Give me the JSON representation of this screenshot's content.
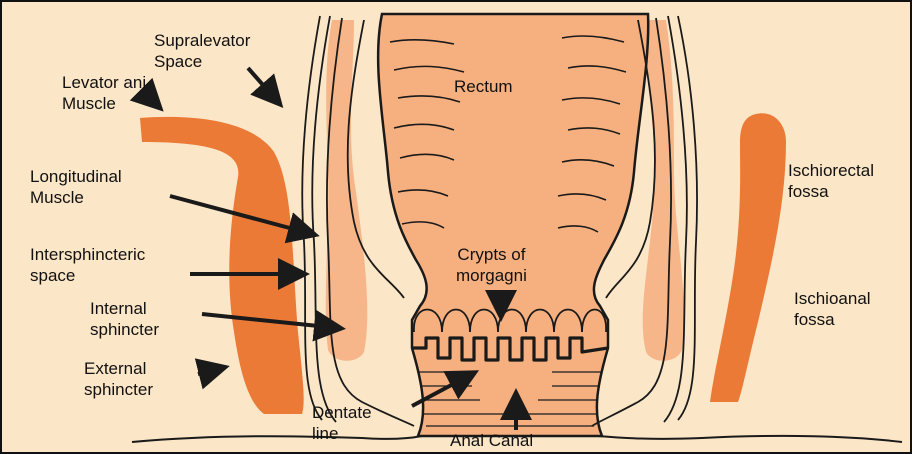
{
  "colors": {
    "background": "#fbe6c7",
    "tissue": "#f6b07f",
    "tissue_light": "#f7b68a",
    "muscle": "#ec7a37",
    "outline": "#1a1a1a"
  },
  "labels": {
    "supralevator_space": "Supralevator\nSpace",
    "levator_ani_muscle": "Levator ani\nMuscle",
    "longitudinal_muscle": "Longitudinal\nMuscle",
    "intersphincteric_space": "Intersphincteric\nspace",
    "internal_sphincter": "Internal\nsphincter",
    "external_sphincter": "External\nsphincter",
    "rectum": "Rectum",
    "crypts_of_morgagni": "Crypts of\nmorgagni",
    "dentate_line": "Dentate\nline",
    "anal_canal": "Anal Canal",
    "ischiorectal_fossa": "Ischiorectal\nfossa",
    "ischioanal_fossa": "Ischioanal\nfossa"
  }
}
